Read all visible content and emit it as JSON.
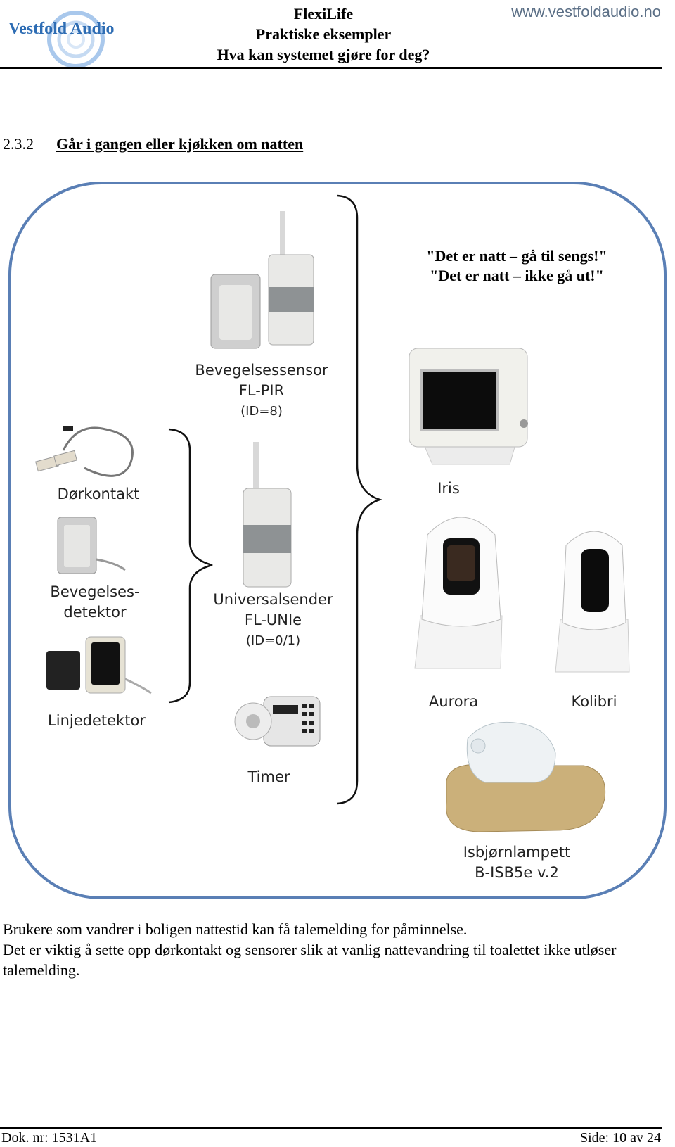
{
  "header": {
    "logo_text": "Vestfold Audio",
    "title_lines": [
      "FlexiLife",
      "Praktiske eksempler",
      "Hva kan systemet gjøre for deg?"
    ],
    "url": "www.vestfoldaudio.no"
  },
  "section": {
    "number": "2.3.2",
    "title": "Går i gangen eller kjøkken om natten"
  },
  "diagram": {
    "quote_line1": "\"Det er natt – gå til sengs!\"",
    "quote_line2": "\"Det er natt – ikke gå ut!\"",
    "pir": {
      "name": "Bevegelsessensor",
      "model": "FL-PIR",
      "id": "(ID=8)"
    },
    "door": {
      "name": "Dørkontakt"
    },
    "motion": {
      "line1": "Bevegelses-",
      "line2": "detektor"
    },
    "line": {
      "name": "Linjedetektor"
    },
    "uni": {
      "name": "Universalsender",
      "model": "FL-UNIe",
      "id": "(ID=0/1)"
    },
    "timer": {
      "name": "Timer"
    },
    "iris": {
      "name": "Iris"
    },
    "aurora": {
      "name": "Aurora"
    },
    "kolibri": {
      "name": "Kolibri"
    },
    "lamp": {
      "name": "Isbjørnlampett",
      "model": "B-ISB5e v.2"
    }
  },
  "body": {
    "line1": "Brukere som vandrer i boligen nattestid kan få talemelding for påminnelse.",
    "line2": "Det er viktig å sette opp dørkontakt og sensorer slik at vanlig nattevandring til toalettet ikke utløser talemelding."
  },
  "footer": {
    "doc": "Dok. nr: 1531A1",
    "page": "Side: 10 av 24"
  },
  "colors": {
    "frame": "#5a7fb5",
    "logo": "#2e6db4"
  }
}
